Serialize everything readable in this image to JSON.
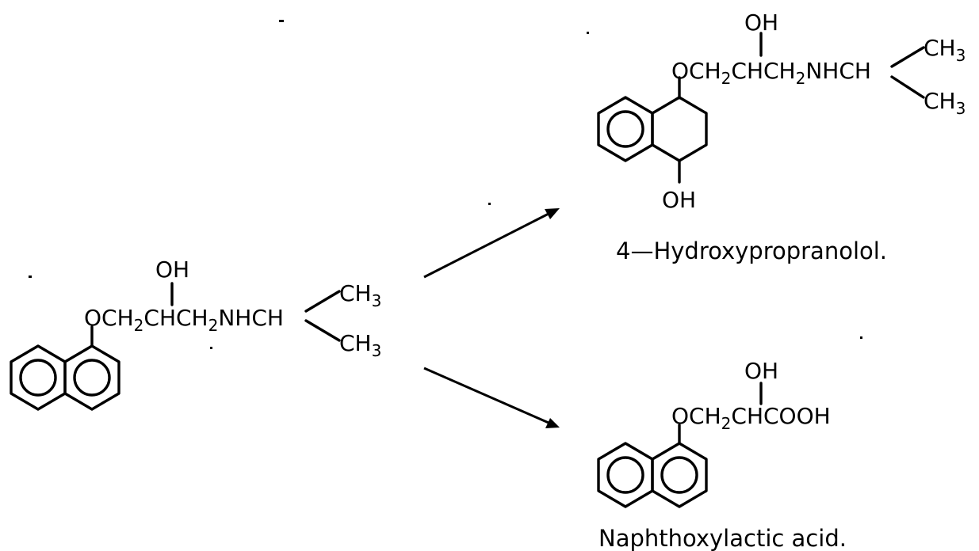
{
  "reaction": {
    "reactant": {
      "labels": {
        "oh": "OH",
        "o": "O",
        "ch1": "CH",
        "ch1_sub": "2",
        "chch": "CHCH",
        "chch_sub": "2",
        "nhch": "NHCH",
        "ch3_top": "CH",
        "ch3_top_sub": "3",
        "ch3_bot": "CH",
        "ch3_bot_sub": "3"
      }
    },
    "product_a": {
      "name": "4—Hydroxypropranolol.",
      "labels": {
        "oh": "OH",
        "o": "O",
        "ch1": "CH",
        "ch1_sub": "2",
        "chch": "CHCH",
        "chch_sub": "2",
        "nhch": "NHCH",
        "ch3_top": "CH",
        "ch3_top_sub": "3",
        "ch3_bot": "CH",
        "ch3_bot_sub": "3",
        "ring_oh": "OH"
      }
    },
    "product_b": {
      "name": "Naphthoxylactic acid.",
      "labels": {
        "oh": "OH",
        "o": "O",
        "ch1": "CH",
        "ch1_sub": "2",
        "chcooh": "CHCOOH"
      }
    }
  }
}
